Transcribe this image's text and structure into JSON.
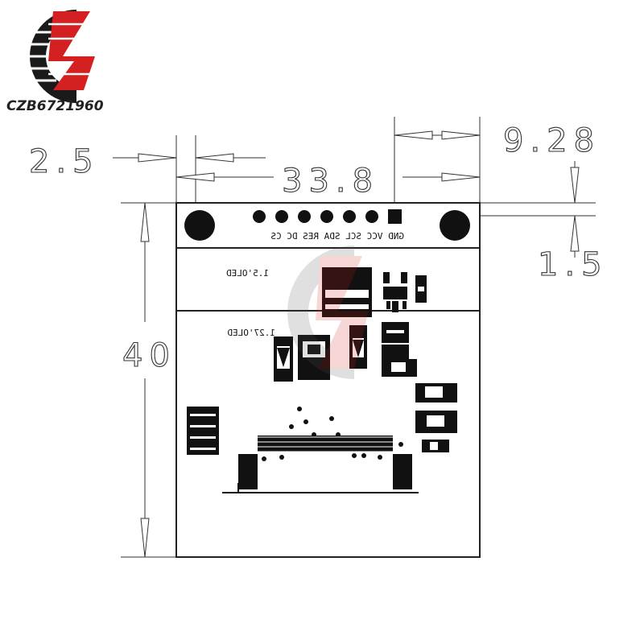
{
  "brand": {
    "logo_icon": "cz-logo-icon",
    "name": "CZB6721960",
    "colors": {
      "dark": "#1a1a1a",
      "red": "#d42020"
    }
  },
  "dimensions": {
    "width": "33.8",
    "hole_offset": "2.5",
    "header_offset": "9.28",
    "top_gap": "1.5",
    "height": "40"
  },
  "board": {
    "pins": "GND VCC SCL SDA RES DC CS",
    "label_15": "1.5'OLED",
    "label_127": "1.27'OLED",
    "pin_count": 7
  }
}
